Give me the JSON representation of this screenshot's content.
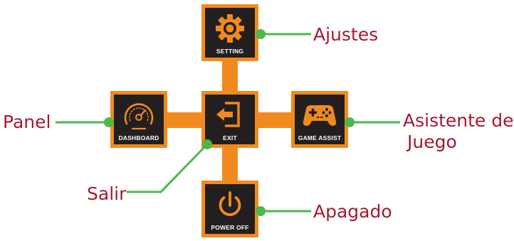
{
  "colors": {
    "accent_orange": "#f18a1e",
    "tile_background": "#231f20",
    "callout_text": "#a6192e",
    "leader_green": "#4cb848"
  },
  "menu": {
    "setting": {
      "caption": "SETTING",
      "icon": "gear-icon"
    },
    "dashboard": {
      "caption": "DASHBOARD",
      "icon": "speedometer-icon"
    },
    "exit": {
      "caption": "EXIT",
      "icon": "exit-icon"
    },
    "game_assist": {
      "caption": "GAME ASSIST",
      "icon": "gamepad-icon"
    },
    "power_off": {
      "caption": "POWER OFF",
      "icon": "power-icon"
    }
  },
  "callouts": {
    "setting": "Ajustes",
    "dashboard": "Panel",
    "exit": "Salir",
    "game_assist_line1": "Asistente de",
    "game_assist_line2": "Juego",
    "power_off": "Apagado"
  }
}
